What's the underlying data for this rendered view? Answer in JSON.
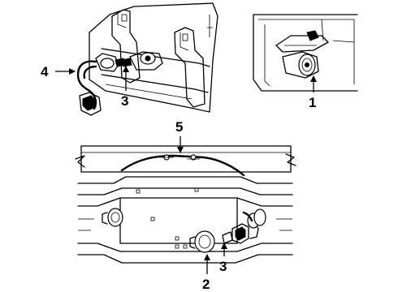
{
  "callouts": {
    "c1": "1",
    "c2": "2",
    "c3_top": "3",
    "c3_bottom": "3",
    "c4": "4",
    "c5": "5"
  },
  "colors": {
    "ink": "#000000",
    "paper": "#ffffff"
  }
}
